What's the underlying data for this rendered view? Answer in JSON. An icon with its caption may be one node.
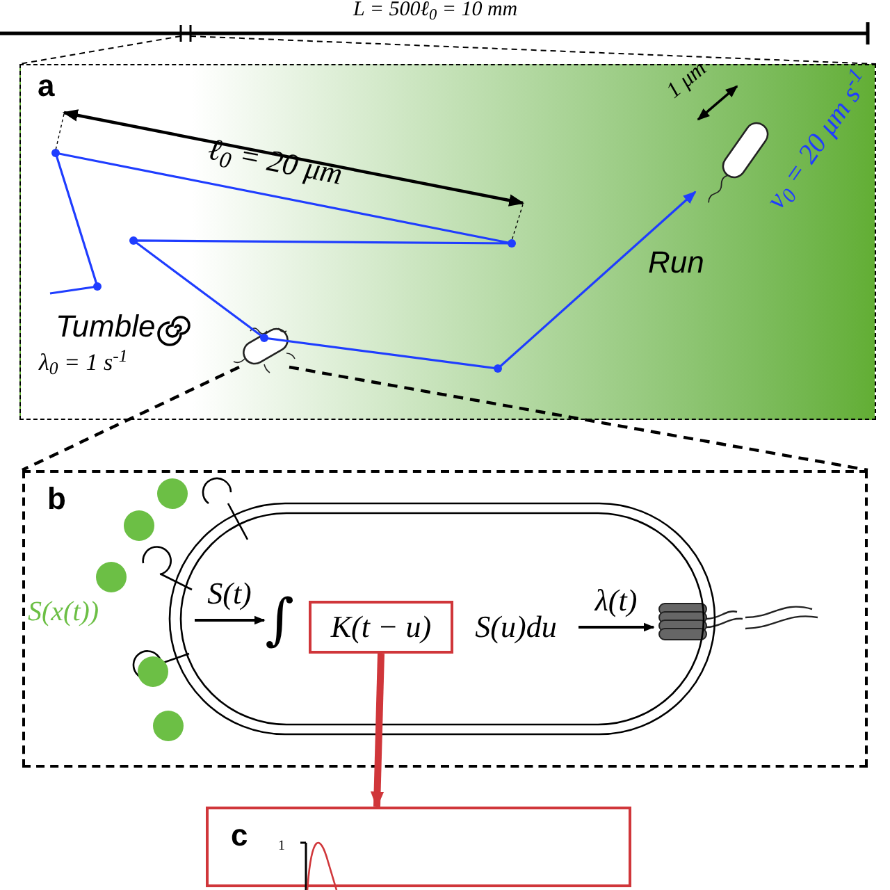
{
  "diagram": {
    "nodes": [
      {
        "text": [
          "a"
        ]
      },
      {
        "text": [
          "b"
        ]
      },
      {
        "text": [
          "∫"
        ],
        "in": 1
      },
      {
        "text": [
          "K(t − u)"
        ],
        "in": 1
      },
      {
        "text": [
          "S(u)du"
        ],
        "in": 1
      },
      {
        "text": [],
        "shape": "picture",
        "in": 1
      },
      {
        "text": [
          "c"
        ]
      },
      {
        "text": [],
        "shape": "picture",
        "in": 0
      }
    ],
    "edges": [
      {
        "from": null,
        "to": 2,
        "arrow": "to",
        "label": "S(t)"
      },
      {
        "from": 4,
        "to": 5,
        "arrow": "to",
        "label": "λ(t)"
      },
      {
        "from": 3,
        "to": 6,
        "arrow": "to",
        "style": "thick",
        "color": "#d0363a"
      },
      {
        "from": 7,
        "to": 1,
        "arrow": "none",
        "style": "dashed"
      },
      {
        "from": 7,
        "to": 1,
        "arrow": "none",
        "style": "dashed"
      }
    ],
    "labels": [
      "L = 500ℓ$_{0}$ = 10 mm",
      "ℓ$_{0}$ = 20 μm",
      "1 μm",
      "v$_{0}$ = 20 μm s$^{-1}$",
      "Run",
      "Tumble",
      "λ$_{0}$ = 1 s$^{-1}$",
      "S(x(t))",
      "1"
    ]
  }
}
